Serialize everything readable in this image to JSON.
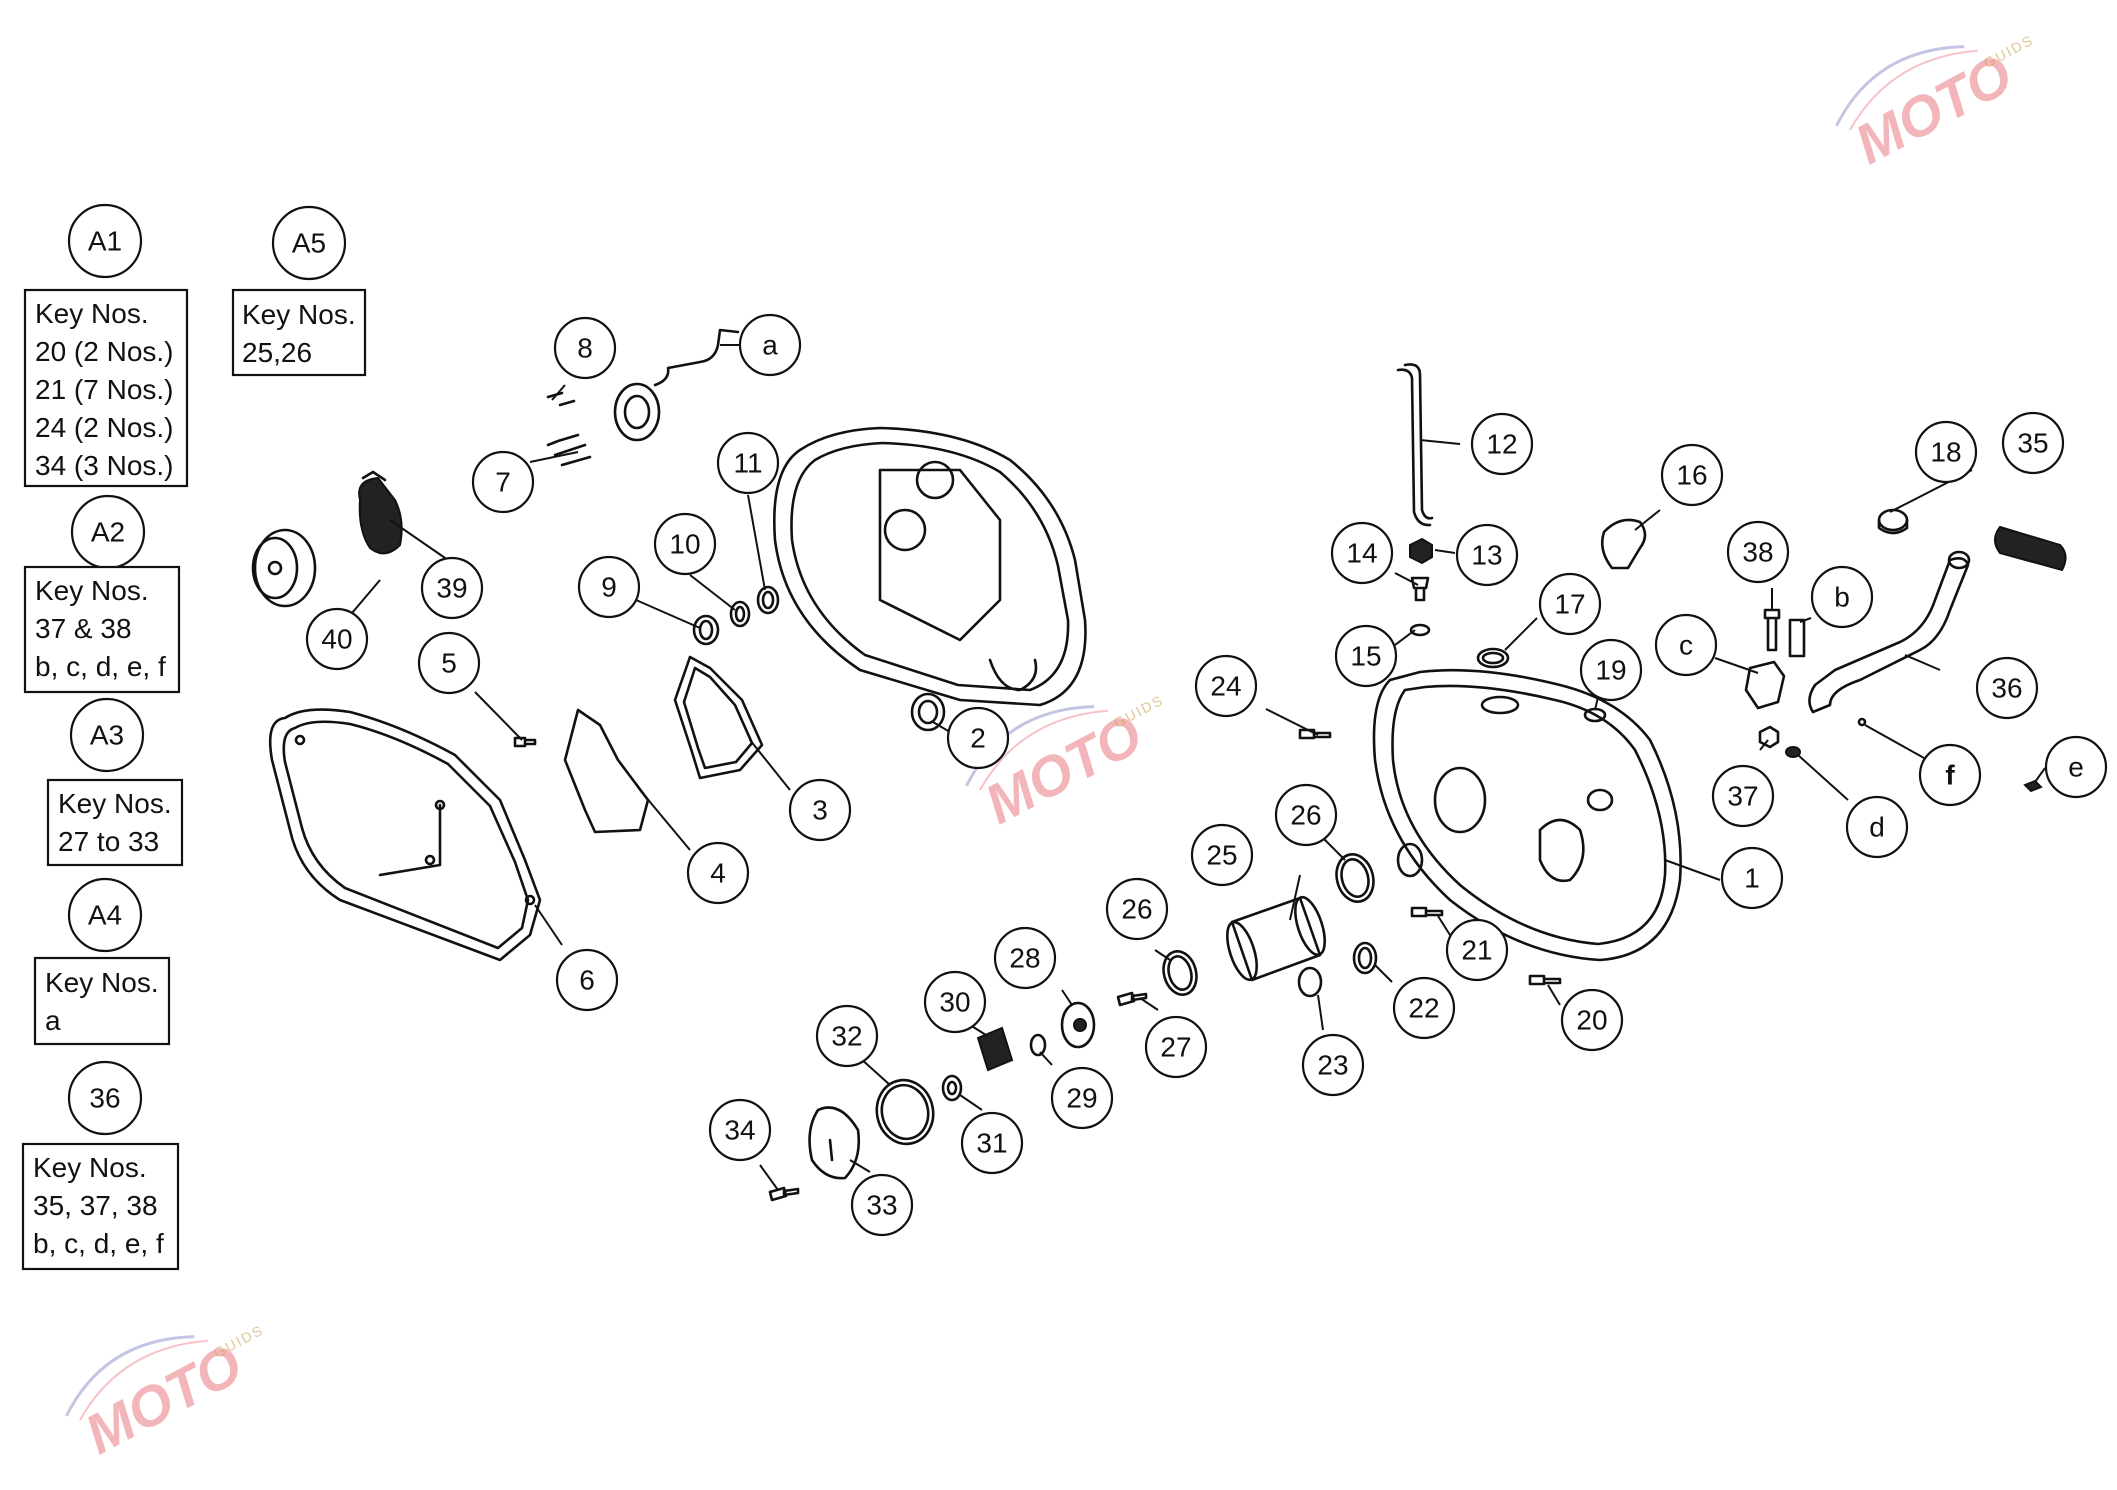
{
  "diagram_type": "exploded parts diagram",
  "kit_groups": [
    {
      "id": "A1",
      "label": "A1",
      "lines": [
        "Key Nos.",
        "20 (2 Nos.)",
        "21 (7 Nos.)",
        "24 (2 Nos.)",
        "34 (3 Nos.)"
      ]
    },
    {
      "id": "A2",
      "label": "A2",
      "lines": [
        "Key Nos.",
        "37 & 38",
        "b, c, d, e, f"
      ]
    },
    {
      "id": "A3",
      "label": "A3",
      "lines": [
        "Key Nos.",
        "27 to 33"
      ]
    },
    {
      "id": "A4",
      "label": "A4",
      "lines": [
        "Key Nos.",
        "a"
      ]
    },
    {
      "id": "36",
      "label": "36",
      "lines": [
        "Key Nos.",
        "35, 37, 38",
        "b, c, d, e, f"
      ]
    },
    {
      "id": "A5",
      "label": "A5",
      "lines": [
        "Key Nos.",
        "25,26"
      ]
    }
  ],
  "callouts": [
    "1",
    "2",
    "3",
    "4",
    "5",
    "6",
    "7",
    "8",
    "9",
    "10",
    "11",
    "12",
    "13",
    "14",
    "15",
    "16",
    "17",
    "18",
    "19",
    "20",
    "21",
    "22",
    "23",
    "24",
    "25",
    "26",
    "26",
    "27",
    "28",
    "29",
    "30",
    "31",
    "32",
    "33",
    "34",
    "35",
    "36",
    "37",
    "38",
    "40",
    "39",
    "a",
    "b",
    "c",
    "d",
    "e",
    "f"
  ],
  "watermark": {
    "brand": "MOTO",
    "sub": "GUIDS"
  },
  "colors": {
    "line": "#111111",
    "watermark_primary": "#e87a82",
    "watermark_accent": "#c9a24a",
    "watermark_arc": "#7b7fc4"
  }
}
